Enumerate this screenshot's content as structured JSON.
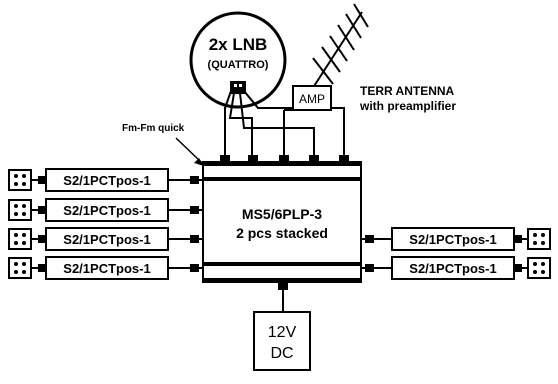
{
  "lnb": {
    "line1": "2x LNB",
    "line2": "(QUATTRO)"
  },
  "amplifier": {
    "label": "AMP"
  },
  "antenna": {
    "line1": "TERR ANTENNA",
    "line2": "with preamplifier"
  },
  "connector_note": "Fm-Fm quick",
  "multiswitch": {
    "line1": "MS5/6PLP-3",
    "line2": "2 pcs stacked"
  },
  "power_supply": {
    "line1": "12V",
    "line2": "DC"
  },
  "left_devices": [
    {
      "label": "S2/1PCTpos-1"
    },
    {
      "label": "S2/1PCTpos-1"
    },
    {
      "label": "S2/1PCTpos-1"
    },
    {
      "label": "S2/1PCTpos-1"
    }
  ],
  "right_devices": [
    {
      "label": "S2/1PCTpos-1"
    },
    {
      "label": "S2/1PCTpos-1"
    }
  ]
}
